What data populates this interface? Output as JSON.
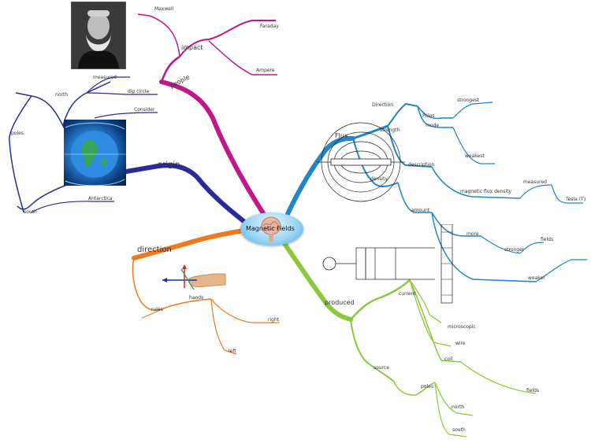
{
  "center": {
    "title": "Magnetic Fields"
  },
  "people": {
    "label": "people",
    "impact": {
      "label": "impact",
      "items": [
        "Maxwell",
        "Faraday",
        "Ampere"
      ]
    }
  },
  "origin": {
    "label": "origin",
    "north": {
      "label": "north",
      "items": [
        "measured",
        "dip circle"
      ]
    },
    "consider": "Consider",
    "poles": {
      "label": "poles",
      "south": "south",
      "antarctica": "Antarctica"
    }
  },
  "direction": {
    "label": "direction",
    "hands": "hands",
    "rules": "rules",
    "right": "right",
    "left": "left"
  },
  "flux": {
    "label": "Flux",
    "strength": "strength",
    "density": "density",
    "direction_branch": {
      "label": "Direction",
      "poles": "Poles",
      "strongest": "strongest",
      "mode": "mode",
      "weakest": "weakest"
    },
    "description": {
      "label": "description",
      "magnetic_flux_density": "magnetic flux density",
      "measured": "measured",
      "tesla": "Tesla (T)"
    },
    "amount": {
      "label": "amount",
      "more": "more",
      "stronger": "stronger",
      "fields": "fields",
      "weaker": "weaker"
    }
  },
  "produced": {
    "label": "produced",
    "current": "current",
    "microscopic": "microscopic",
    "wire": "wire",
    "coil": "coil",
    "fields": "fields",
    "source": "source",
    "poles": "poles",
    "north": "north",
    "south": "south"
  },
  "colors": {
    "people": "#c0188a",
    "origin": "#2a2a9a",
    "direction": "#ef7a1e",
    "flux": "#1f86c8",
    "produced": "#8cc83a",
    "center": "#9bd6f5"
  },
  "icons": {
    "brain": "brain-icon",
    "portrait": "portrait-image",
    "earth": "earth-image"
  }
}
